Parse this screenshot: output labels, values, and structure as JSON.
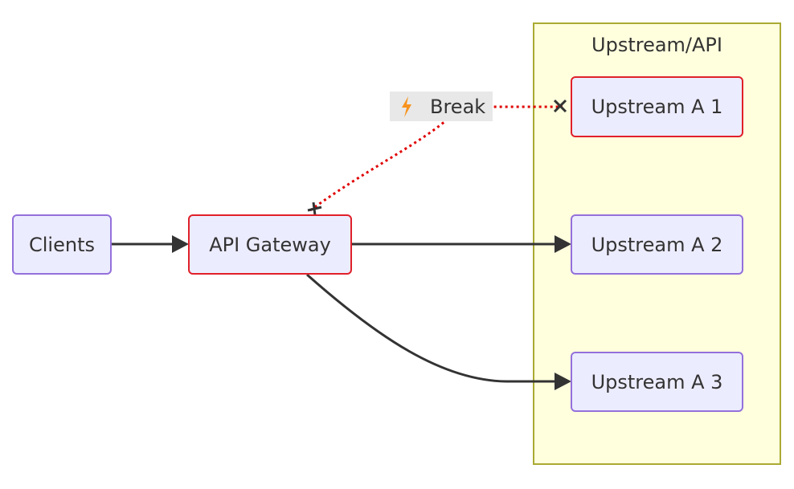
{
  "cluster": {
    "title": "Upstream/API",
    "fill": "#ffffde",
    "stroke": "#aaaa33"
  },
  "nodes": {
    "clients": "Clients",
    "gateway": "API Gateway",
    "upstream_a1": "Upstream A 1",
    "upstream_a2": "Upstream A 2",
    "upstream_a3": "Upstream A 3"
  },
  "edges": {
    "break_label": "Break",
    "break_icon": "lightning-bolt-icon"
  },
  "colors": {
    "node_fill": "#ececff",
    "node_stroke": "#9370db",
    "highlight_stroke": "#e0202a",
    "edge": "#333333",
    "break_edge": "#e00000",
    "bolt": "#f7931e"
  }
}
